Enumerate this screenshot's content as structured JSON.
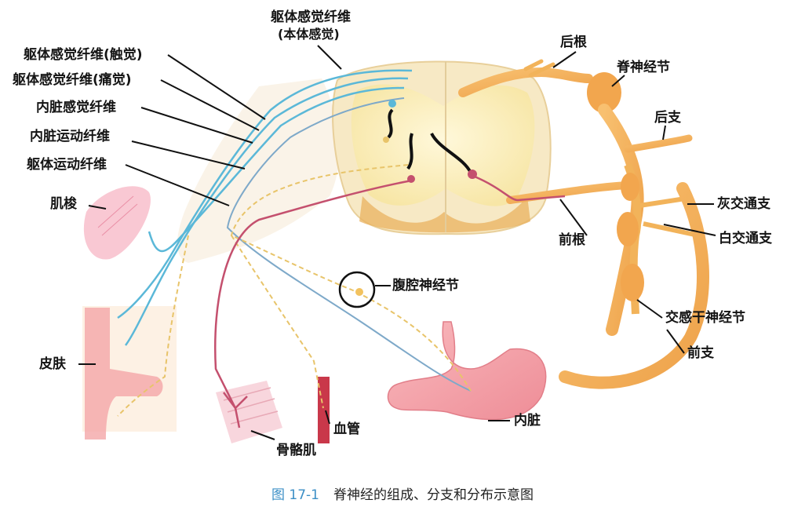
{
  "labels": {
    "somatic_proprio": "躯体感觉纤维",
    "somatic_proprio_sub": "(本体感觉)",
    "somatic_touch": "躯体感觉纤维(触觉)",
    "somatic_pain": "躯体感觉纤维(痛觉)",
    "visceral_sensory": "内脏感觉纤维",
    "visceral_motor": "内脏运动纤维",
    "somatic_motor": "躯体运动纤维",
    "muscle_spindle": "肌梭",
    "skin": "皮肤",
    "skeletal_muscle": "骨骼肌",
    "blood_vessel": "血管",
    "celiac_ganglion": "腹腔神经节",
    "viscera": "内脏",
    "dorsal_root": "后根",
    "spinal_ganglion": "脊神经节",
    "dorsal_ramus": "后支",
    "gray_ramus": "灰交通支",
    "white_ramus": "白交通支",
    "ventral_root": "前根",
    "sympathetic_ganglion": "交感干神经节",
    "ventral_ramus": "前支"
  },
  "caption": {
    "figure_number": "图 17-1",
    "title": "脊神经的组成、分支和分布示意图"
  },
  "colors": {
    "somatic_sensory": "#5bb8d8",
    "visceral_sensory": "#7ea9c9",
    "visceral_motor": "#e8c46a",
    "somatic_motor": "#c4506e",
    "gray_matter": "#fbefc0",
    "nerve": "#f2b35a",
    "skin": "#f3b1b3",
    "stomach": "#f5a0a8",
    "caption_highlight": "#3c8fc6"
  }
}
